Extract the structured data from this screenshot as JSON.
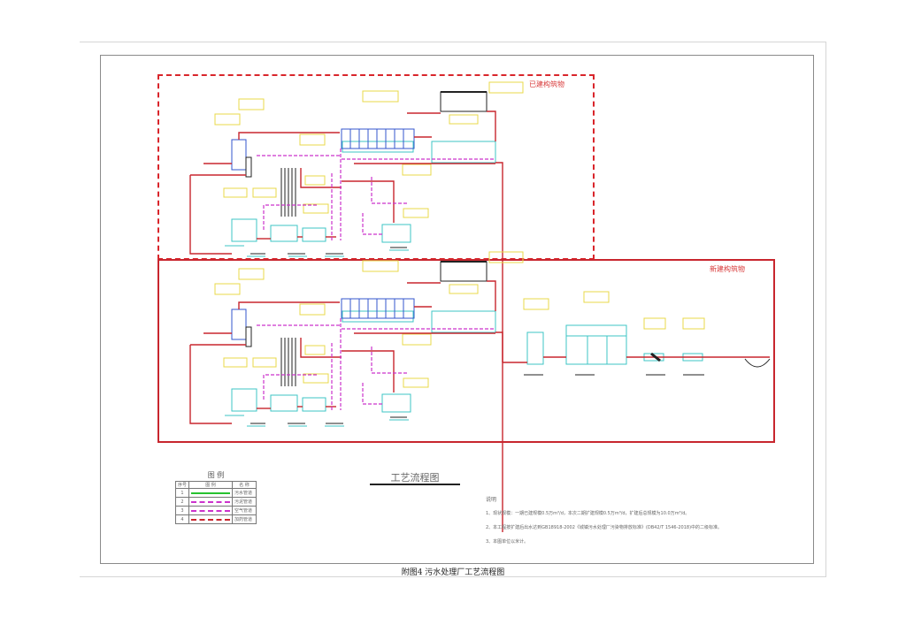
{
  "zones": {
    "existing_label": "已建构筑物",
    "new_label": "新建构筑物"
  },
  "legend": {
    "title": "图 例",
    "headers": [
      "序号",
      "图 例",
      "名 称"
    ],
    "rows": [
      {
        "num": "1",
        "color": "#26c22f",
        "style": "solid",
        "name": "污水管道"
      },
      {
        "num": "2",
        "color": "#cc33cc",
        "style": "dashed",
        "name": "污泥管道"
      },
      {
        "num": "3",
        "color": "#cc33cc",
        "style": "dashed",
        "name": "空气管道"
      },
      {
        "num": "4",
        "color": "#c8262e",
        "style": "dashed",
        "name": "加药管道"
      }
    ]
  },
  "drawing_title": "工艺流程图",
  "notes": {
    "title": "说明",
    "items": [
      "1、现状规模：一期已建规模0.5万m³/d，本次二期扩建规模0.5万m³/d，扩建后总规模为10.0万m³/d。",
      "2、本工程按扩建后出水达到GB18918-2002《城镇污水处理厂污染物排放标准》(DB42/T 1546-2018)中的二级标准。",
      "3、本图单位以米计。"
    ]
  },
  "caption": "附图4 污水处理厂工艺流程图",
  "colors": {
    "zone_red": "#d9252b",
    "pipe_red": "#c8262e",
    "sludge_magenta": "#cc33cc",
    "tank_cyan": "#3cc6c6",
    "equipment_blue": "#3355cc",
    "label_yellow": "#e8d84a",
    "outline_black": "#222222"
  }
}
